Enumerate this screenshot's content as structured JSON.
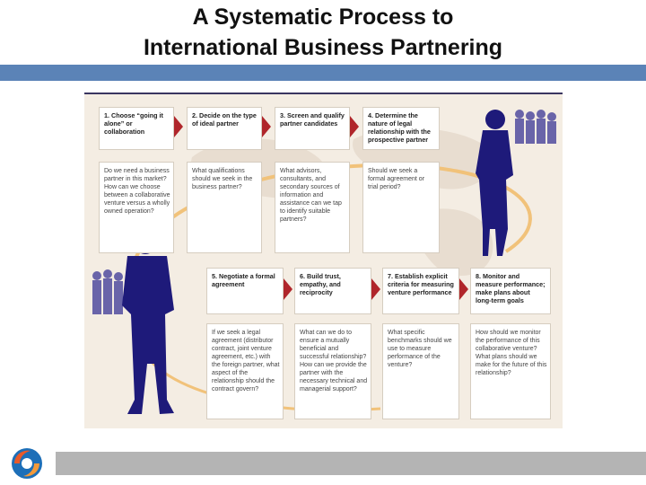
{
  "title": {
    "line1": "A Systematic Process to",
    "line2": "International Business Partnering"
  },
  "steps": [
    {
      "num": "1.",
      "title": "Choose “going it alone” or collaboration",
      "question": "Do we need a business partner in this market? How can we choose between a collaborative venture versus a wholly owned operation?"
    },
    {
      "num": "2.",
      "title": "Decide on the type of ideal partner",
      "question": "What qualifications should we seek in the business partner?"
    },
    {
      "num": "3.",
      "title": "Screen and qualify partner candidates",
      "question": "What advisors, consultants, and secondary sources of information and assistance can we tap to identify suitable partners?"
    },
    {
      "num": "4.",
      "title": "Determine the nature of legal relationship with the prospective partner",
      "question": "Should we seek a formal agreement or trial period?"
    },
    {
      "num": "5.",
      "title": "Negotiate a formal agreement",
      "question": "If we seek a legal agreement (distributor contract, joint venture agreement, etc.) with the foreign partner, what aspect of the relationship should the contract govern?"
    },
    {
      "num": "6.",
      "title": "Build trust, empathy, and reciprocity",
      "question": "What can we do to ensure a mutually beneficial and successful relationship? How can we provide the partner with the necessary technical and managerial support?"
    },
    {
      "num": "7.",
      "title": "Establish explicit criteria for measuring venture performance",
      "question": "What specific benchmarks should we use to measure performance of the venture?"
    },
    {
      "num": "8.",
      "title": "Monitor and measure performance; make plans about long-term goals",
      "question": "How should we monitor the performance of this collaborative venture? What plans should we make for the future of this relationship?"
    }
  ],
  "colors": {
    "accent_band": "#5b83b7",
    "arrow": "#b0262b",
    "silhouette": "#1e1a7a",
    "bottom_band": "#b4b4b4"
  }
}
